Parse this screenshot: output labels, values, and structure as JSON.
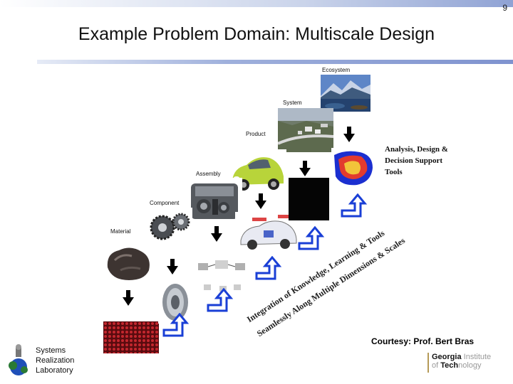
{
  "page_number": "9",
  "title": "Example Problem Domain: Multiscale Design",
  "labels": {
    "ecosystem": "Ecosystem",
    "system": "System",
    "product": "Product",
    "assembly": "Assembly",
    "component": "Component",
    "material": "Material"
  },
  "tools_text": [
    "Analysis, Design &",
    "Decision Support",
    "Tools"
  ],
  "diagonal_upper": "Integration of Knowledge, Learning & Tools",
  "diagonal_lower": "Seamlessly Along Multiple Dimensions & Scales",
  "courtesy": "Courtesy: Prof. Bert Bras",
  "srl": [
    "Systems",
    "Realization",
    "Laboratory"
  ],
  "gt_logo": [
    "Georgia",
    "Institute",
    "of",
    "Tech",
    "nology"
  ],
  "colors": {
    "arrow_blue": "#1a3fd6",
    "arrow_fill": "#ffffff",
    "title_rule": "#8fa2d4"
  }
}
